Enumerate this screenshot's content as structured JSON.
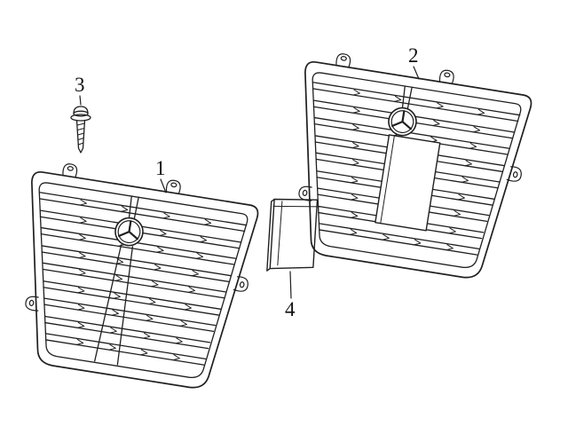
{
  "figure": {
    "background": "#ffffff",
    "stroke_color": "#1f1f1f",
    "text_color": "#111111"
  },
  "callouts": {
    "c1": {
      "label": "1"
    },
    "c2": {
      "label": "2"
    },
    "c3": {
      "label": "3"
    },
    "c4": {
      "label": "4"
    }
  }
}
